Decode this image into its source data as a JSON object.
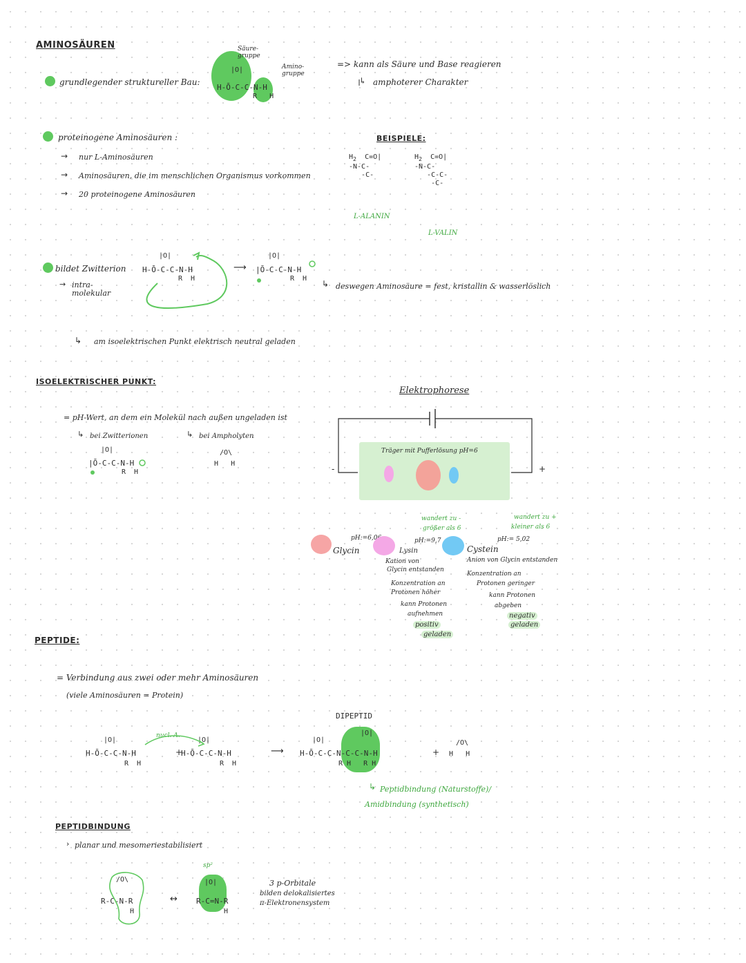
{
  "colors": {
    "accent_green": "#5fc95f",
    "light_green": "#d6f0d1",
    "pink": "#f6a5a5",
    "magenta": "#f4a8e6",
    "blue": "#72c9f4",
    "salmon": "#f3a39a",
    "ink": "#2b2b2b"
  },
  "amino": {
    "heading": "AMINOSÄUREN",
    "struct_label": "grundlegender struktureller Bau:",
    "acid_group": "Säure-\ngruppe",
    "amino_group": "Amino-\ngruppe",
    "struct_formula": "H-Ō-C-C-N-H",
    "struct_top": "|O|",
    "struct_bottom": "R   H",
    "acid_base": "=> kann als Säure und Base reagieren",
    "amphoteric": "amphoterer Charakter",
    "proteinogenic_label": "proteinogene Aminosäuren :",
    "points": [
      "nur L-Aminosäuren",
      "Aminosäuren, die im menschlichen Organismus vorkommen",
      "20 proteinogene Aminosäuren"
    ],
    "examples_title": "BEISPIELE:",
    "example_alanin": "L-ALANIN",
    "example_valin": "L-VALIN",
    "zwitter_label": "bildet Zwitterion",
    "intra": "intra-\nmolekular",
    "zwitter_left": "H-Ō-C-C-N-H",
    "zwitter_right": "|Ō-C-C-N-H",
    "therefore": "deswegen Aminosäure = fest, kristallin & wasserlöslich",
    "neutral": "am isoelektrischen Punkt elektrisch neutral geladen"
  },
  "iso": {
    "heading": "ISOELEKTRISCHER PUNKT:",
    "definition": "= pH-Wert, an dem ein Molekül nach außen ungeladen ist",
    "zwitterions": "bei Zwitterionen",
    "ampholytes": "bei Ampholyten",
    "formula": "|Ō-C-C-N-H",
    "water": "H   H"
  },
  "electrophoresis": {
    "title": "Elektrophorese",
    "carrier": "Träger mit Pufferlösung pH=6",
    "minus": "-",
    "plus": "+",
    "glycin_ph": "pH:=6,06",
    "glycin": "Glycin",
    "lysin_note_top": "wandert zu -",
    "lysin_note_gt": "größer als 6",
    "lysin_ph": "pH:=9,7",
    "lysin": "Lysin",
    "lysin_lines": [
      "Kation von",
      "Glycin entstanden",
      "Konzentration an",
      "Protonen höher",
      "kann Protonen",
      "aufnehmen",
      "positiv",
      "geladen"
    ],
    "cystein_note_top": "wandert zu +",
    "cystein_note_lt": "kleiner als 6",
    "cystein_ph": "pH:= 5,02",
    "cystein": "Cystein",
    "cystein_lines": [
      "Anion von Glycin entstanden",
      "Konzentration an",
      "Protonen geringer",
      "kann Protonen",
      "abgeben",
      "negativ",
      "geladen"
    ]
  },
  "peptide": {
    "heading": "PEPTIDE:",
    "definition": "= Verbindung aus zwei oder mehr Aminosäuren",
    "note": "(viele Aminosäuren = Protein)",
    "nucl": "nucl. A.",
    "dipeptid": "DIPEPTID",
    "reactant1": "H-Ō-C-C-N-H",
    "reactant2": "H-Ō-C-C-N-H",
    "product": "H-Ō-C-C-N-C-C-N-H",
    "plus": "+",
    "water": "H   H",
    "bond_name": "Peptidbindung (Naturstoffe)/",
    "amide": "Amidbindung (synthetisch)",
    "bond_heading": "PEPTIDBINDUNG",
    "planar": "planar und mesomeriestabilisiert",
    "res1": "R-C-N-R",
    "res2": "R-C=N-R",
    "arrow": "↔",
    "sp2": "sp²",
    "orbitals": [
      "3 p-Orbitale",
      "bilden delokalisiertes",
      "π-Elektronensystem"
    ]
  }
}
